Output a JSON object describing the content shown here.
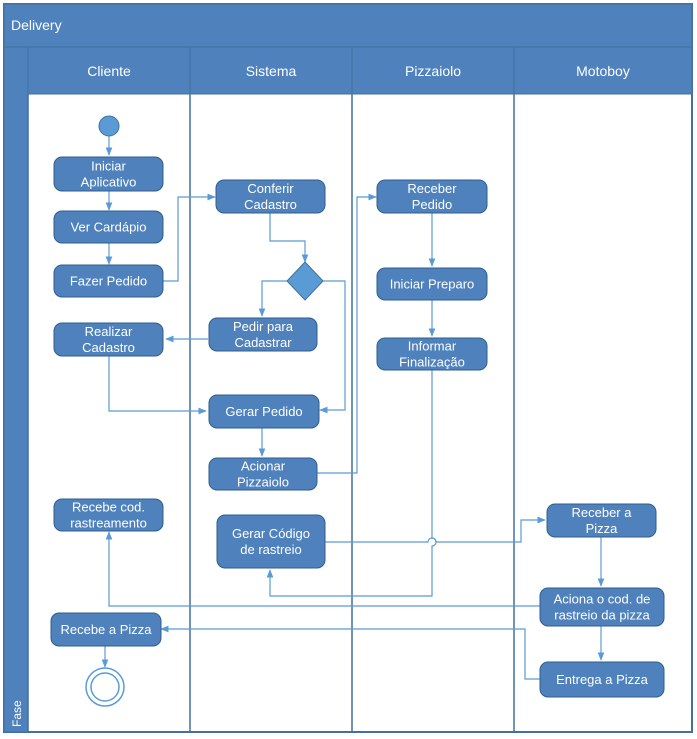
{
  "title": "Delivery",
  "phase_label": "Fase",
  "lanes": [
    "Cliente",
    "Sistema",
    "Pizzaiolo",
    "Motoboy"
  ],
  "nodes": {
    "iniciar_aplicativo": [
      "Iniciar",
      "Aplicativo"
    ],
    "ver_cardapio": [
      "Ver Cardápio"
    ],
    "fazer_pedido": [
      "Fazer Pedido"
    ],
    "realizar_cadastro": [
      "Realizar",
      "Cadastro"
    ],
    "recebe_cod_rastreamento": [
      "Recebe cod.",
      "rastreamento"
    ],
    "recebe_pizza": [
      "Recebe a Pizza"
    ],
    "conferir_cadastro": [
      "Conferir",
      "Cadastro"
    ],
    "pedir_cadastrar": [
      "Pedir para",
      "Cadastrar"
    ],
    "gerar_pedido": [
      "Gerar Pedido"
    ],
    "acionar_pizzaiolo": [
      "Acionar",
      "Pizzaiolo"
    ],
    "gerar_codigo_rastreio": [
      "Gerar Código",
      "de rastreio"
    ],
    "receber_pedido": [
      "Receber",
      "Pedido"
    ],
    "iniciar_preparo": [
      "Iniciar Preparo"
    ],
    "informar_finalizacao": [
      "Informar",
      "Finalização"
    ],
    "receber_pizza": [
      "Receber a",
      "Pizza"
    ],
    "aciona_codigo_rastreio": [
      "Aciona o cod. de",
      "rastreio da pizza"
    ],
    "entrega_pizza": [
      "Entrega a Pizza"
    ]
  },
  "colors": {
    "lane_fill": "#4f81bd",
    "lane_border": "#41719c",
    "node_fill": "#4f81bd",
    "node_border": "#2e5f8f",
    "edge": "#5b9bd5",
    "background": "#ffffff"
  }
}
